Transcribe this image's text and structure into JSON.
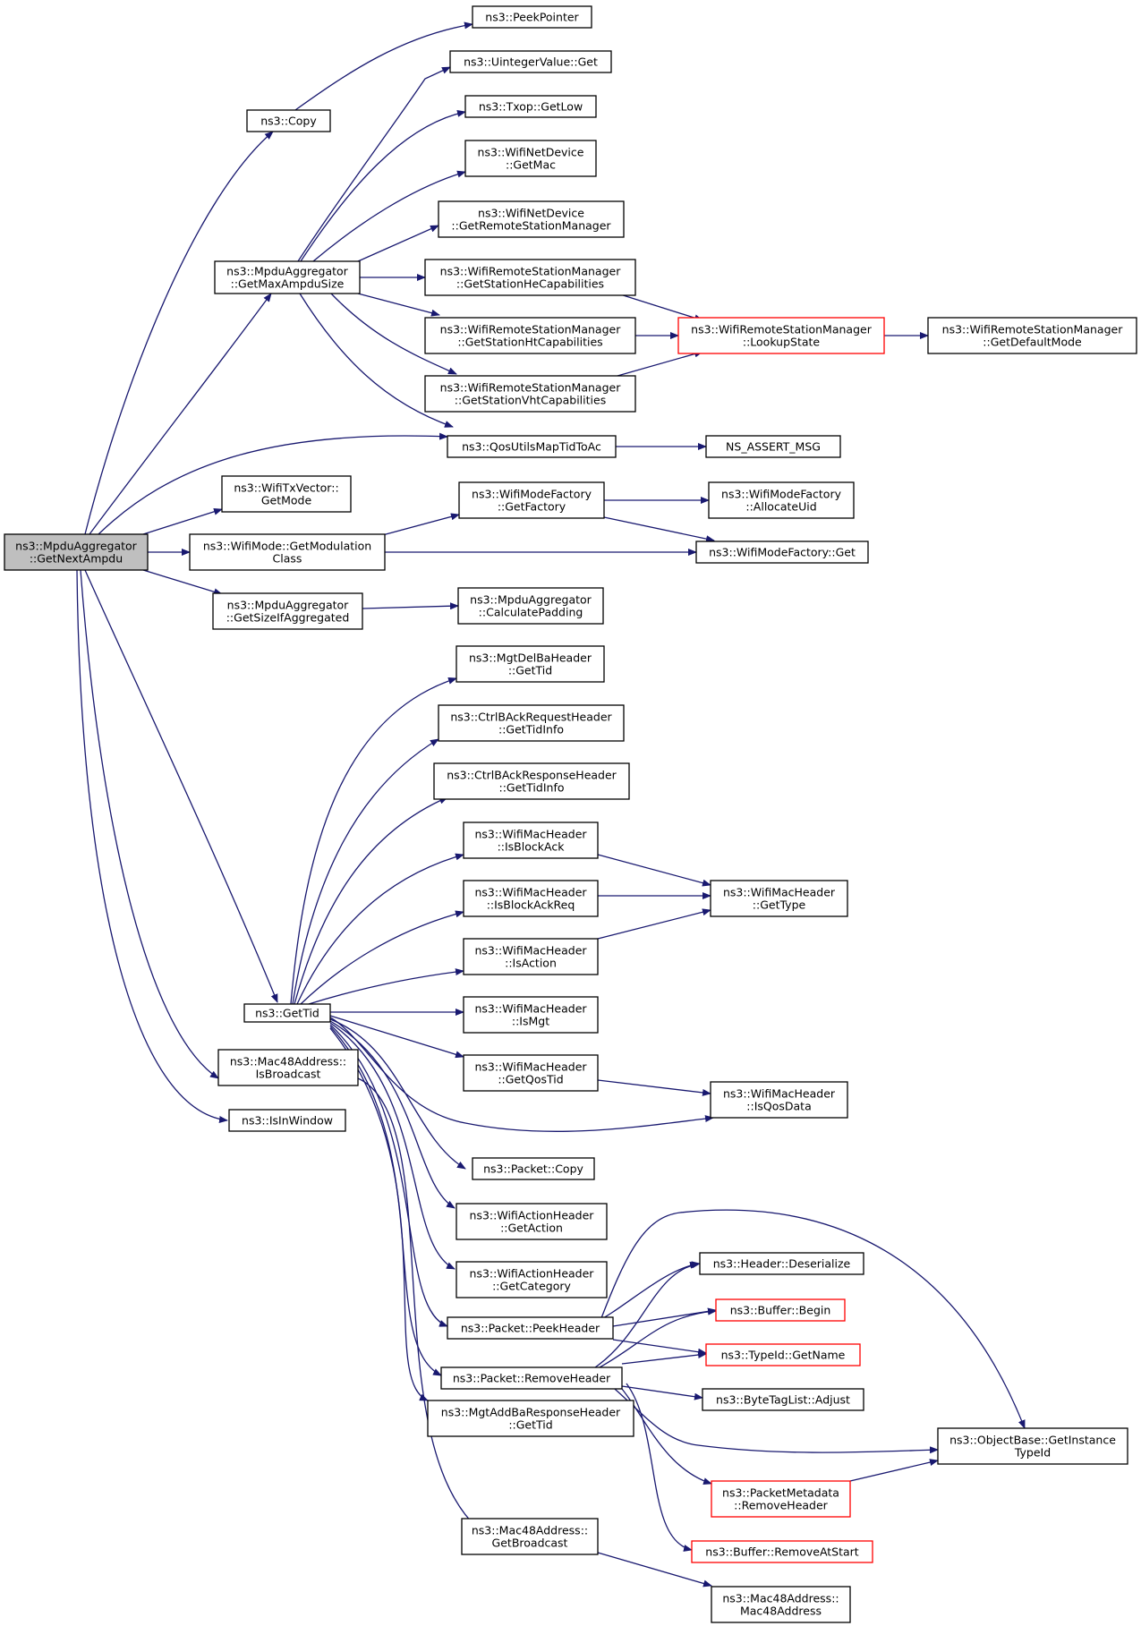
{
  "diagram": {
    "nodes": [
      {
        "id": "root",
        "lines": [
          "ns3::MpduAggregator",
          "::GetNextAmpdu"
        ],
        "root": true
      },
      {
        "id": "copy",
        "lines": [
          "ns3::Copy"
        ]
      },
      {
        "id": "peekptr",
        "lines": [
          "ns3::PeekPointer"
        ]
      },
      {
        "id": "uintget",
        "lines": [
          "ns3::UintegerValue::Get"
        ]
      },
      {
        "id": "txoplow",
        "lines": [
          "ns3::Txop::GetLow"
        ]
      },
      {
        "id": "getmac",
        "lines": [
          "ns3::WifiNetDevice",
          "::GetMac"
        ]
      },
      {
        "id": "getrsm",
        "lines": [
          "ns3::WifiNetDevice",
          "::GetRemoteStationManager"
        ]
      },
      {
        "id": "gethe",
        "lines": [
          "ns3::WifiRemoteStationManager",
          "::GetStationHeCapabilities"
        ]
      },
      {
        "id": "getht",
        "lines": [
          "ns3::WifiRemoteStationManager",
          "::GetStationHtCapabilities"
        ]
      },
      {
        "id": "getvht",
        "lines": [
          "ns3::WifiRemoteStationManager",
          "::GetStationVhtCapabilities"
        ]
      },
      {
        "id": "lookup",
        "lines": [
          "ns3::WifiRemoteStationManager",
          "::LookupState"
        ],
        "red": true
      },
      {
        "id": "defmode",
        "lines": [
          "ns3::WifiRemoteStationManager",
          "::GetDefaultMode"
        ]
      },
      {
        "id": "maxampdu",
        "lines": [
          "ns3::MpduAggregator",
          "::GetMaxAmpduSize"
        ]
      },
      {
        "id": "qosmap",
        "lines": [
          "ns3::QosUtilsMapTidToAc"
        ]
      },
      {
        "id": "nsassert",
        "lines": [
          "NS_ASSERT_MSG"
        ]
      },
      {
        "id": "txgetmode",
        "lines": [
          "ns3::WifiTxVector::",
          "GetMode"
        ]
      },
      {
        "id": "getfactory",
        "lines": [
          "ns3::WifiModeFactory",
          "::GetFactory"
        ]
      },
      {
        "id": "allocuid",
        "lines": [
          "ns3::WifiModeFactory",
          "::AllocateUid"
        ]
      },
      {
        "id": "getmodclass",
        "lines": [
          "ns3::WifiMode::GetModulation",
          "Class"
        ]
      },
      {
        "id": "wmfget",
        "lines": [
          "ns3::WifiModeFactory::Get"
        ]
      },
      {
        "id": "sizeifagg",
        "lines": [
          "ns3::MpduAggregator",
          "::GetSizeIfAggregated"
        ]
      },
      {
        "id": "calcpad",
        "lines": [
          "ns3::MpduAggregator",
          "::CalculatePadding"
        ]
      },
      {
        "id": "delbatid",
        "lines": [
          "ns3::MgtDelBaHeader",
          "::GetTid"
        ]
      },
      {
        "id": "barreqtid",
        "lines": [
          "ns3::CtrlBAckRequestHeader",
          "::GetTidInfo"
        ]
      },
      {
        "id": "barresptid",
        "lines": [
          "ns3::CtrlBAckResponseHeader",
          "::GetTidInfo"
        ]
      },
      {
        "id": "isblockack",
        "lines": [
          "ns3::WifiMacHeader",
          "::IsBlockAck"
        ]
      },
      {
        "id": "isblockackreq",
        "lines": [
          "ns3::WifiMacHeader",
          "::IsBlockAckReq"
        ]
      },
      {
        "id": "gettype",
        "lines": [
          "ns3::WifiMacHeader",
          "::GetType"
        ]
      },
      {
        "id": "isaction",
        "lines": [
          "ns3::WifiMacHeader",
          "::IsAction"
        ]
      },
      {
        "id": "gettid",
        "lines": [
          "ns3::GetTid"
        ]
      },
      {
        "id": "ismgt",
        "lines": [
          "ns3::WifiMacHeader",
          "::IsMgt"
        ]
      },
      {
        "id": "isbcast",
        "lines": [
          "ns3::Mac48Address::",
          "IsBroadcast"
        ]
      },
      {
        "id": "getqostid",
        "lines": [
          "ns3::WifiMacHeader",
          "::GetQosTid"
        ]
      },
      {
        "id": "isqosdata",
        "lines": [
          "ns3::WifiMacHeader",
          "::IsQosData"
        ]
      },
      {
        "id": "isinwindow",
        "lines": [
          "ns3::IsInWindow"
        ]
      },
      {
        "id": "pktcopy",
        "lines": [
          "ns3::Packet::Copy"
        ]
      },
      {
        "id": "getaction",
        "lines": [
          "ns3::WifiActionHeader",
          "::GetAction"
        ]
      },
      {
        "id": "getcategory",
        "lines": [
          "ns3::WifiActionHeader",
          "::GetCategory"
        ]
      },
      {
        "id": "hdrdeser",
        "lines": [
          "ns3::Header::Deserialize"
        ]
      },
      {
        "id": "bufbegin",
        "lines": [
          "ns3::Buffer::Begin"
        ],
        "red": true
      },
      {
        "id": "peekhdr",
        "lines": [
          "ns3::Packet::PeekHeader"
        ]
      },
      {
        "id": "typeidname",
        "lines": [
          "ns3::TypeId::GetName"
        ],
        "red": true
      },
      {
        "id": "removehdr",
        "lines": [
          "ns3::Packet::RemoveHeader"
        ]
      },
      {
        "id": "btladjust",
        "lines": [
          "ns3::ByteTagList::Adjust"
        ]
      },
      {
        "id": "addbatid",
        "lines": [
          "ns3::MgtAddBaResponseHeader",
          "::GetTid"
        ]
      },
      {
        "id": "objgettype",
        "lines": [
          "ns3::ObjectBase::GetInstance",
          "TypeId"
        ]
      },
      {
        "id": "pmremovehdr",
        "lines": [
          "ns3::PacketMetadata",
          "::RemoveHeader"
        ],
        "red": true
      },
      {
        "id": "getbcast",
        "lines": [
          "ns3::Mac48Address::",
          "GetBroadcast"
        ]
      },
      {
        "id": "bufremove",
        "lines": [
          "ns3::Buffer::RemoveAtStart"
        ],
        "red": true
      },
      {
        "id": "mac48ctor",
        "lines": [
          "ns3::Mac48Address::",
          "Mac48Address"
        ]
      }
    ]
  }
}
